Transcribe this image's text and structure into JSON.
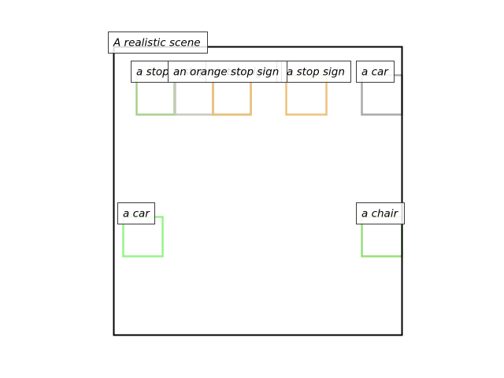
{
  "scene": {
    "title": "A realistic scene",
    "frame_color": "#000000"
  },
  "objects": [
    {
      "label": "a stop sign",
      "color": "#a8d08d"
    },
    {
      "label": "a stop sign",
      "color": "#c8c8c0"
    },
    {
      "label": "a stop sign",
      "color": "#86b890"
    },
    {
      "label": "an orange stop sign",
      "color": "#eec27a"
    },
    {
      "label": "a stop sign",
      "color": "#eec27a"
    },
    {
      "label": "a car",
      "color": "#a9a9a9"
    },
    {
      "label": "a car",
      "color": "#98f28c"
    },
    {
      "label": "a chair",
      "color": "#98de78"
    }
  ]
}
